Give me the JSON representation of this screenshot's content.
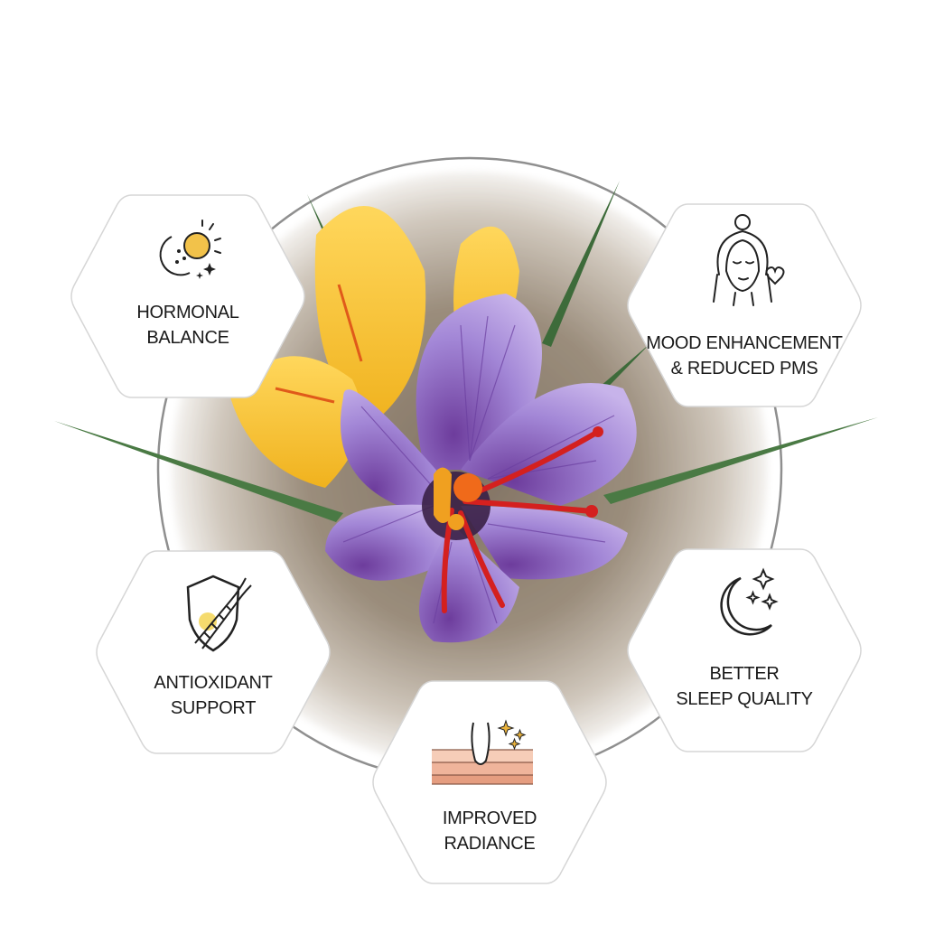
{
  "benefits": [
    {
      "line1": "HORMONAL",
      "line2": "BALANCE",
      "icon": "sun-moon-icon"
    },
    {
      "line1": "MOOD ENHANCEMENT",
      "line2": "& REDUCED PMS",
      "icon": "woman-face-heart-icon"
    },
    {
      "line1": "ANTIOXIDANT",
      "line2": "SUPPORT",
      "icon": "dna-shield-icon"
    },
    {
      "line1": "BETTER",
      "line2": "SLEEP QUALITY",
      "icon": "moon-stars-icon"
    },
    {
      "line1": "IMPROVED",
      "line2": "RADIANCE",
      "icon": "skin-layers-icon"
    }
  ],
  "colors": {
    "petal_purple": "#a98ad8",
    "petal_vein": "#6b3fa0",
    "stigma_red": "#d4201f",
    "anther_orange": "#f0a020",
    "yellow_petal": "#f6c431",
    "leaf_green": "#3d6b3a",
    "hex_border": "#d6d6d6",
    "icon_gold": "#e9b23c"
  }
}
